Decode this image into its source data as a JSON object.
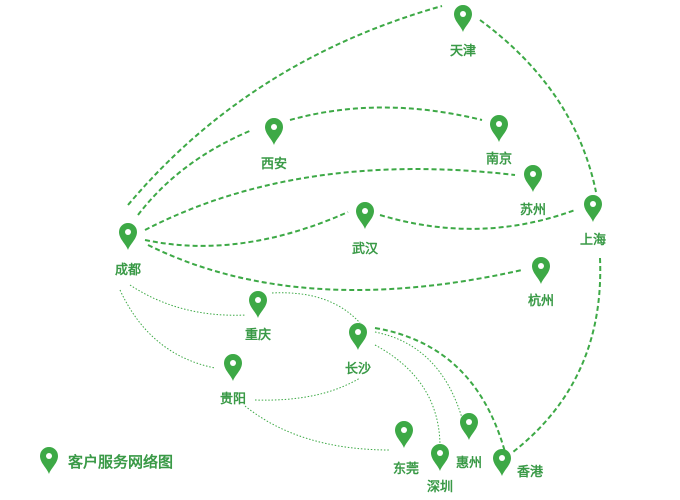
{
  "colors": {
    "accent": "#3da946",
    "label": "#3a9a47"
  },
  "legend": {
    "icon": "map-pin-icon",
    "text": "客户服务网络图"
  },
  "nodes": [
    {
      "id": "tianjin",
      "label": "天津"
    },
    {
      "id": "xian",
      "label": "西安"
    },
    {
      "id": "nanjing",
      "label": "南京"
    },
    {
      "id": "suzhou",
      "label": "苏州"
    },
    {
      "id": "shanghai",
      "label": "上海"
    },
    {
      "id": "chengdu",
      "label": "成都"
    },
    {
      "id": "wuhan",
      "label": "武汉"
    },
    {
      "id": "hangzhou",
      "label": "杭州"
    },
    {
      "id": "chongqing",
      "label": "重庆"
    },
    {
      "id": "changsha",
      "label": "长沙"
    },
    {
      "id": "guiyang",
      "label": "贵阳"
    },
    {
      "id": "dongguan",
      "label": "东莞"
    },
    {
      "id": "shenzhen",
      "label": "深圳"
    },
    {
      "id": "huizhou",
      "label": "惠州"
    },
    {
      "id": "hongkong",
      "label": "香港"
    }
  ],
  "edges": [
    {
      "from": "chengdu",
      "to": "tianjin",
      "style": "dashed"
    },
    {
      "from": "tianjin",
      "to": "shanghai",
      "style": "dashed"
    },
    {
      "from": "chengdu",
      "to": "xian",
      "style": "dashed"
    },
    {
      "from": "xian",
      "to": "nanjing",
      "style": "dashed"
    },
    {
      "from": "chengdu",
      "to": "suzhou",
      "style": "dashed"
    },
    {
      "from": "chengdu",
      "to": "wuhan",
      "style": "dashed"
    },
    {
      "from": "wuhan",
      "to": "shanghai",
      "style": "dashed"
    },
    {
      "from": "chengdu",
      "to": "hangzhou",
      "style": "dashed"
    },
    {
      "from": "shanghai",
      "to": "hongkong",
      "style": "dashed"
    },
    {
      "from": "chengdu",
      "to": "chongqing",
      "style": "dotted"
    },
    {
      "from": "chongqing",
      "to": "changsha",
      "style": "dotted"
    },
    {
      "from": "chengdu",
      "to": "guiyang",
      "style": "dotted"
    },
    {
      "from": "guiyang",
      "to": "changsha",
      "style": "dotted"
    },
    {
      "from": "guiyang",
      "to": "dongguan",
      "style": "dotted"
    },
    {
      "from": "changsha",
      "to": "shenzhen",
      "style": "dotted"
    },
    {
      "from": "changsha",
      "to": "huizhou",
      "style": "dotted"
    },
    {
      "from": "changsha",
      "to": "hongkong",
      "style": "dashed"
    }
  ]
}
